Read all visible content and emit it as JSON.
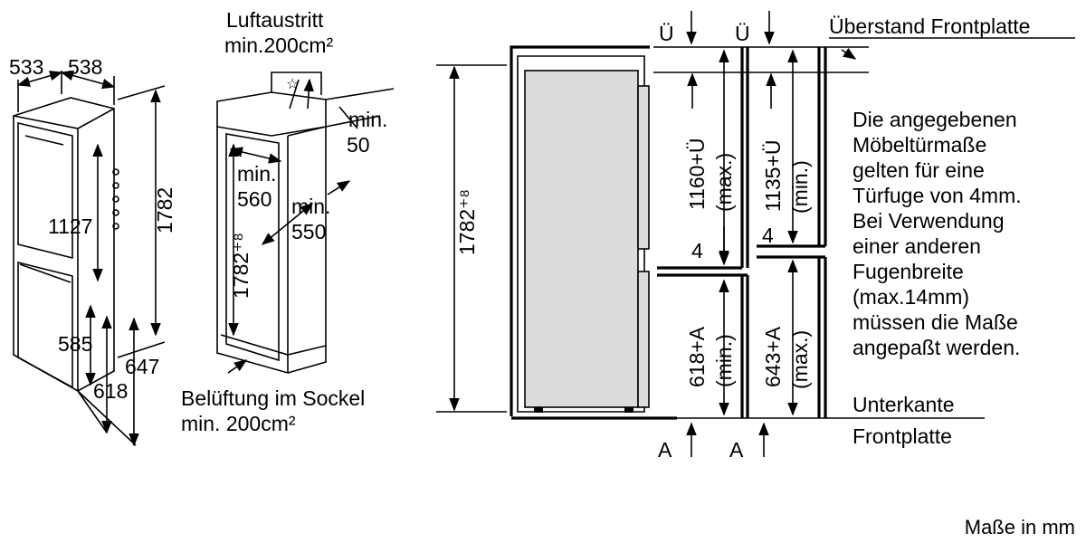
{
  "figure1": {
    "dims": {
      "depth1": "533",
      "depth2": "538",
      "height_total": "1782",
      "height_upper": "1127",
      "height_585": "585",
      "height_618": "618",
      "height_647": "647"
    }
  },
  "figure2": {
    "air_outlet_line1": "Luftaustritt",
    "air_outlet_line2": "min.200cm²",
    "min50_a": "min.",
    "min50_b": "50",
    "min560_a": "min.",
    "min560_b": "560",
    "min550_a": "min.",
    "min550_b": "550",
    "height_niche": "1782⁺⁸",
    "ventilation_line1": "Belüftung im Sockel",
    "ventilation_line2": "min. 200cm²"
  },
  "figure3": {
    "overhang_title": "Überstand Frontplatte",
    "u_left": "Ü",
    "u_right": "Ü",
    "height_niche": "1782⁺⁸",
    "upper_door_max": "1160+Ü",
    "upper_door_max_note": "(max.)",
    "upper_door_min": "1135+Ü",
    "upper_door_min_note": "(min.)",
    "gap_left": "4",
    "gap_right": "4",
    "lower_door_min": "618+A",
    "lower_door_min_note": "(min.)",
    "lower_door_max": "643+A",
    "lower_door_max_note": "(max.)",
    "a_left": "A",
    "a_right": "A",
    "bottom_edge_line1": "Unterkante",
    "bottom_edge_line2": "Frontplatte",
    "note_lines": [
      "Die angegebenen",
      "Möbeltürmaße",
      "gelten für eine",
      "Türfuge von 4mm.",
      "Bei Verwendung",
      "einer anderen",
      "Fugenbreite",
      "(max.14mm)",
      "müssen die Maße",
      "angepaßt werden."
    ]
  },
  "footer": {
    "units": "Maße in mm"
  }
}
